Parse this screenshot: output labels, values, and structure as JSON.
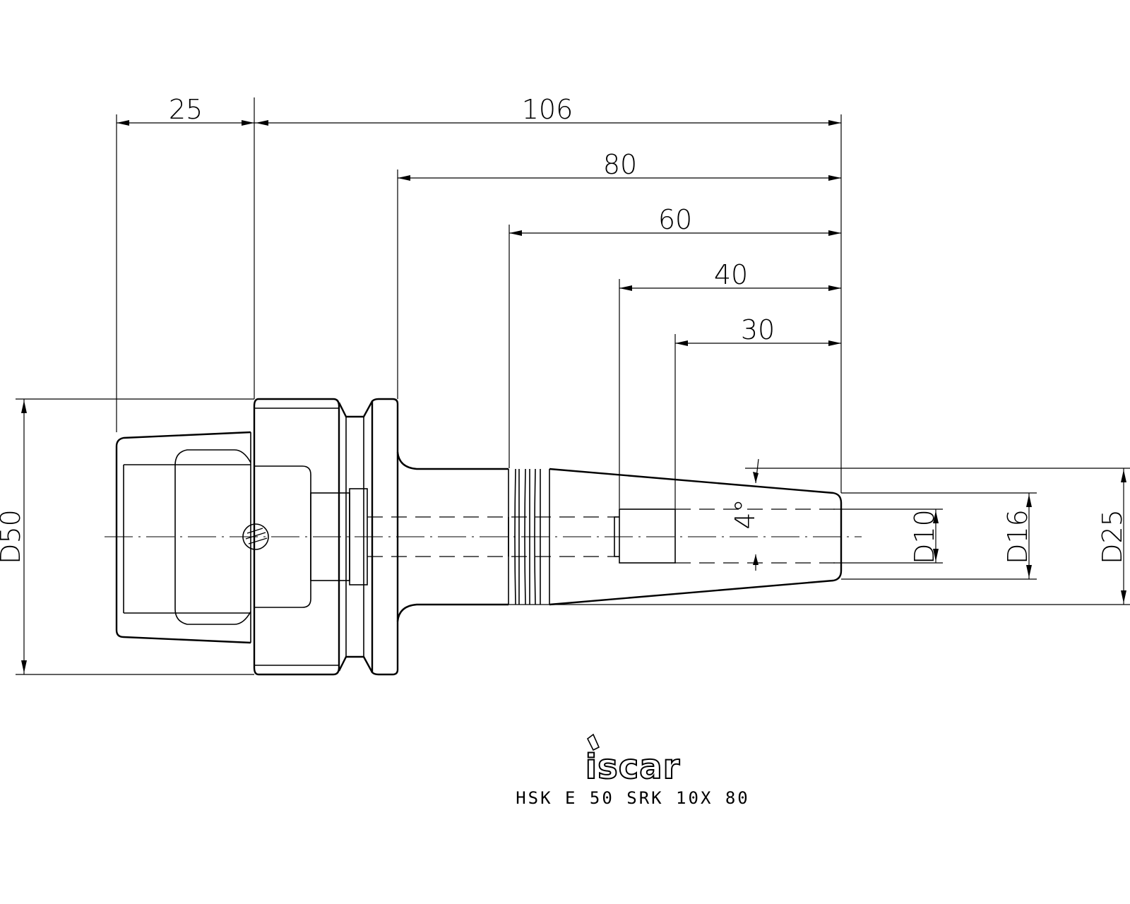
{
  "dimensions": {
    "horizontal": [
      "25",
      "106",
      "80",
      "60",
      "40",
      "30"
    ],
    "diameters": [
      "D50",
      "D10",
      "D16",
      "D25"
    ],
    "angle": "4°"
  },
  "logo": {
    "text": "iscar"
  },
  "caption": "HSK E 50 SRK 10X 80"
}
